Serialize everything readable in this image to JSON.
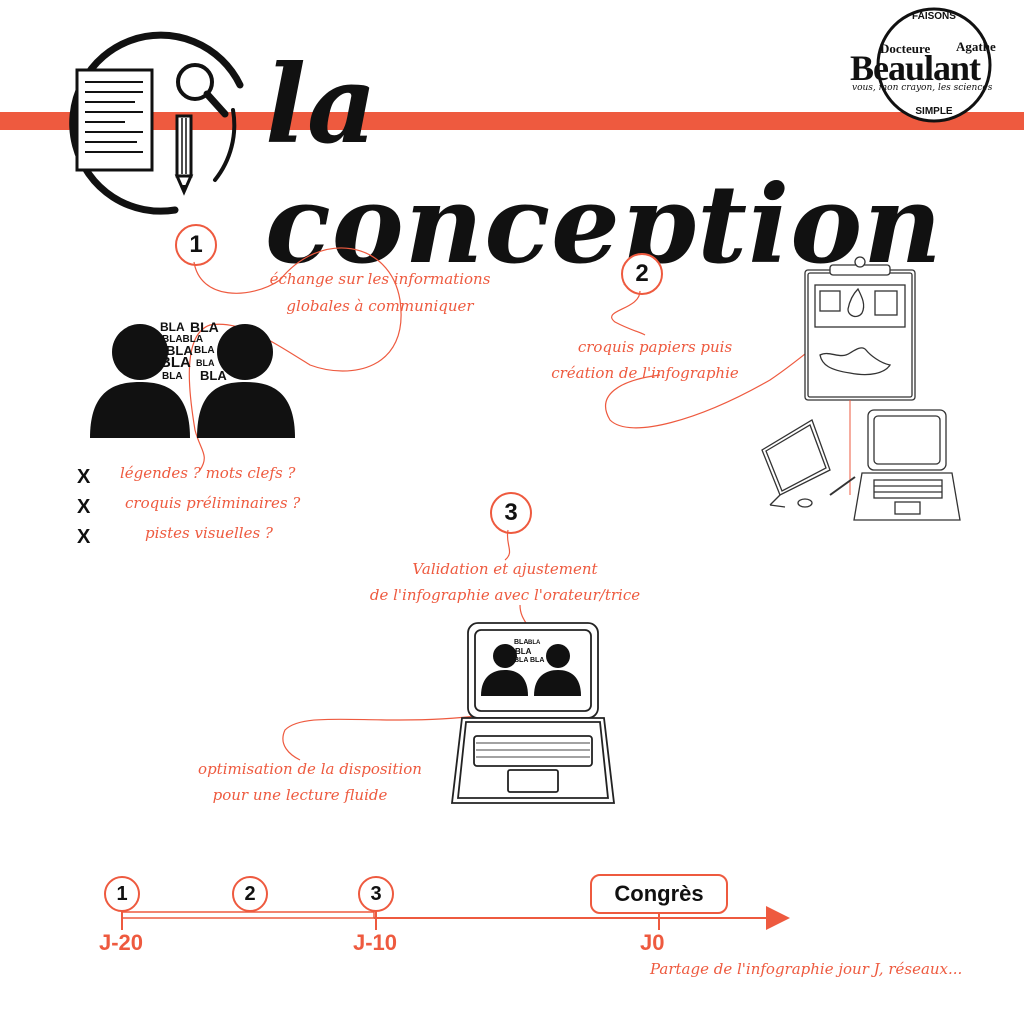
{
  "title": "la conception",
  "logo": {
    "top": "FAISONS",
    "name_small_left": "Docteure",
    "name_small_right": "Agathe",
    "name_big": "Beaulant",
    "tagline": "vous, mon crayon, les sciences",
    "bottom": "SIMPLE"
  },
  "step1": {
    "number": "1",
    "note_line1": "échange sur les informations",
    "note_line2": "globales à communiquer",
    "bubble_words": [
      "BLA",
      "BLA",
      "BLA",
      "BLABLA",
      "BLA",
      "BLA",
      "BLA",
      "BLA",
      "BLA",
      "BLA"
    ],
    "checklist": [
      {
        "mark": "X",
        "text": "légendes ? mots clefs ?"
      },
      {
        "mark": "X",
        "text": "croquis préliminaires ?"
      },
      {
        "mark": "X",
        "text": "pistes visuelles ?"
      }
    ]
  },
  "step2": {
    "number": "2",
    "note_line1": "croquis papiers puis",
    "note_line2": "création de l'infographie"
  },
  "step3": {
    "number": "3",
    "note_line1": "Validation et ajustement",
    "note_line2": "de l'infographie avec l'orateur/trice",
    "note2_line1": "optimisation de la disposition",
    "note2_line2": "pour une lecture fluide",
    "bubble_words": [
      "BLA",
      "BLA",
      "BLA",
      "BLA",
      "BLA"
    ]
  },
  "timeline": {
    "markers": [
      {
        "number": "1",
        "label": "J-20"
      },
      {
        "number": "2",
        "label": ""
      },
      {
        "number": "3",
        "label": "J-10"
      }
    ],
    "event_label": "Congrès",
    "event_day": "J0",
    "caption": "Partage de l'infographie jour J, réseaux..."
  },
  "colors": {
    "accent": "#ee5a3f",
    "ink": "#111111"
  }
}
